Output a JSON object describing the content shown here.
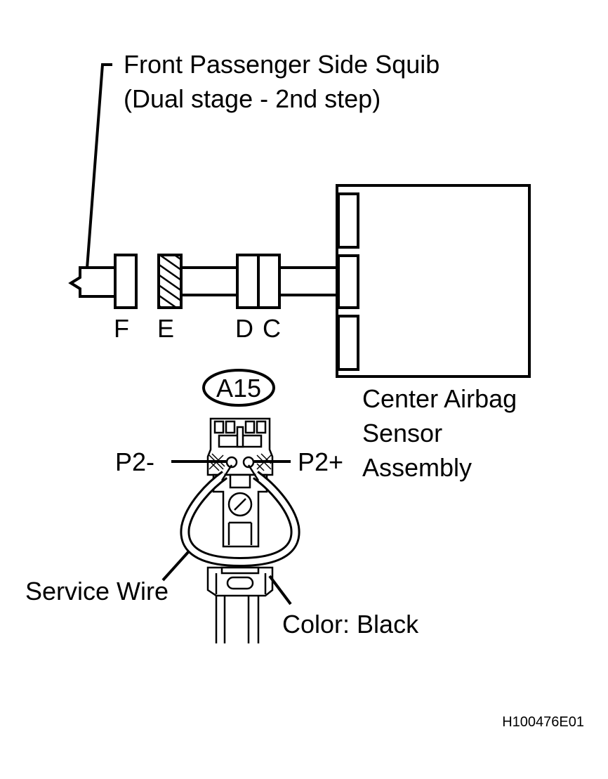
{
  "squib_label": {
    "line1": "Front Passenger Side Squib",
    "line2": "(Dual stage - 2nd step)"
  },
  "connectors": {
    "f": "F",
    "e": "E",
    "d": "D",
    "c": "C"
  },
  "sensor_label": {
    "line1": "Center Airbag",
    "line2": "Sensor",
    "line3": "Assembly"
  },
  "connector_id": "A15",
  "terminals": {
    "negative": "P2-",
    "positive": "P2+"
  },
  "service_wire_label": "Service Wire",
  "color_label": "Color: Black",
  "figure_code": "H100476E01"
}
